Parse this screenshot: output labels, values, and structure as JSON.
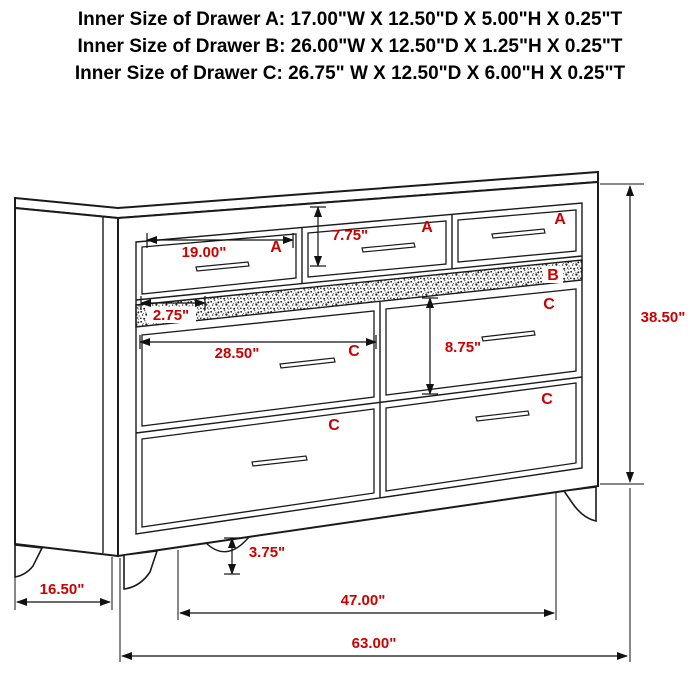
{
  "header": {
    "lines": [
      "Inner Size of Drawer A: 17.00\"W X 12.50\"D X 5.00\"H X 0.25\"T",
      "Inner Size of Drawer B: 26.00\"W X 12.50\"D X 1.25\"H X 0.25\"T",
      "Inner Size of Drawer C: 26.75\" W X 12.50\"D X 6.00\"H X 0.25\"T"
    ]
  },
  "diagram": {
    "labels": {
      "drawer_a_top_left": "A",
      "drawer_a_top_middle": "A",
      "drawer_a_top_right": "A",
      "drawer_b_trim": "B",
      "drawer_c_right_upper": "C",
      "drawer_c_left_upper": "C",
      "drawer_c_right_lower": "C",
      "drawer_c_left_lower": "C"
    },
    "dimensions": {
      "drawer_a_width": "19.00\"",
      "drawer_a_front_height": "7.75\"",
      "drawer_b_front_height": "2.75\"",
      "drawer_c_width": "28.50\"",
      "drawer_c_front_height": "8.75\"",
      "overall_height": "38.50\"",
      "foot_height": "3.75\"",
      "depth": "16.50\"",
      "feet_span": "47.00\"",
      "overall_width": "63.00\""
    },
    "colors": {
      "dimension_red": "#cc0000",
      "line_color": "#1b1b1b"
    }
  }
}
